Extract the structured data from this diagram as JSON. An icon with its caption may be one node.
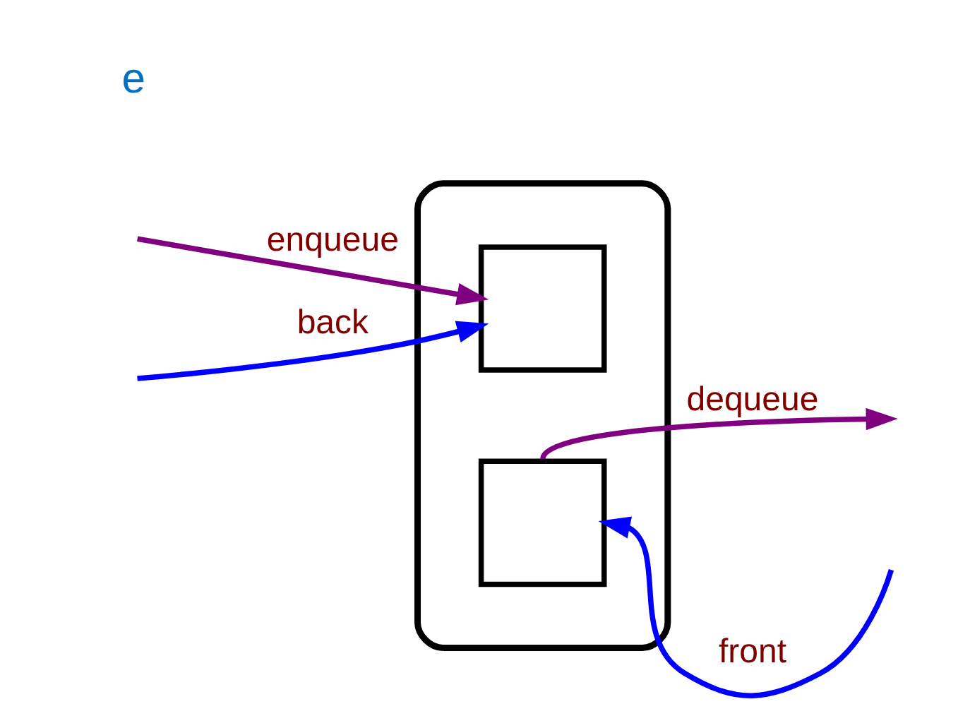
{
  "diagram": {
    "nodes": [
      {
        "text": [],
        "shape": "cloud"
      },
      {
        "text": [],
        "shape": "box",
        "in": 0
      },
      {
        "text": [],
        "shape": "box",
        "in": 0
      }
    ],
    "edges": [
      {
        "from": null,
        "to": 1,
        "arrow": "to",
        "label": "enqueue",
        "color": "#800080"
      },
      {
        "from": null,
        "to": 1,
        "arrow": "to",
        "label": "back",
        "color": "#0000ff"
      },
      {
        "from": null,
        "to": 2,
        "arrow": "to",
        "label": "front",
        "color": "#0000ff"
      },
      {
        "from": 2,
        "to": null,
        "arrow": "to",
        "label": "dequeue",
        "color": "#800080"
      }
    ],
    "labels": [
      "e"
    ]
  }
}
